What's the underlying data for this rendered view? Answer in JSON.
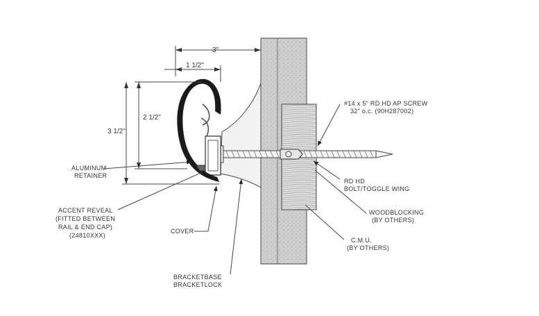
{
  "dimensions": {
    "overall_width": "3\"",
    "inner_width": "1 1/2\"",
    "inner_height": "2 1/2\"",
    "overall_height": "3 1/2\""
  },
  "labels": {
    "screw_line1": "#14 x 5\" RD HD AP SCREW",
    "screw_line2": "32\" o.c. (90H287002)",
    "bolt_line1": "RD HD",
    "bolt_line2": "BOLT/TOGGLE WING",
    "woodblocking_line1": "WOODBLOCKING",
    "woodblocking_line2": "(BY OTHERS)",
    "cmu_line1": "C.M.U.",
    "cmu_line2": "(BY OTHERS)",
    "retainer_line1": "ALUMINUM",
    "retainer_line2": "RETAINER",
    "accent_line1": "ACCENT REVEAL",
    "accent_line2": "(FITTED BETWEEN",
    "accent_line3": "RAIL & END CAP)",
    "accent_line4": "(24810XXX)",
    "cover": "COVER",
    "bracket_line1": "BRACKETBASE",
    "bracket_line2": "BRACKETLOCK"
  },
  "colors": {
    "line": "#444444",
    "cmu_fill": "#cfcfcf",
    "wood_fill": "#d9d9d9",
    "cover_fill": "#1a1a1a"
  }
}
